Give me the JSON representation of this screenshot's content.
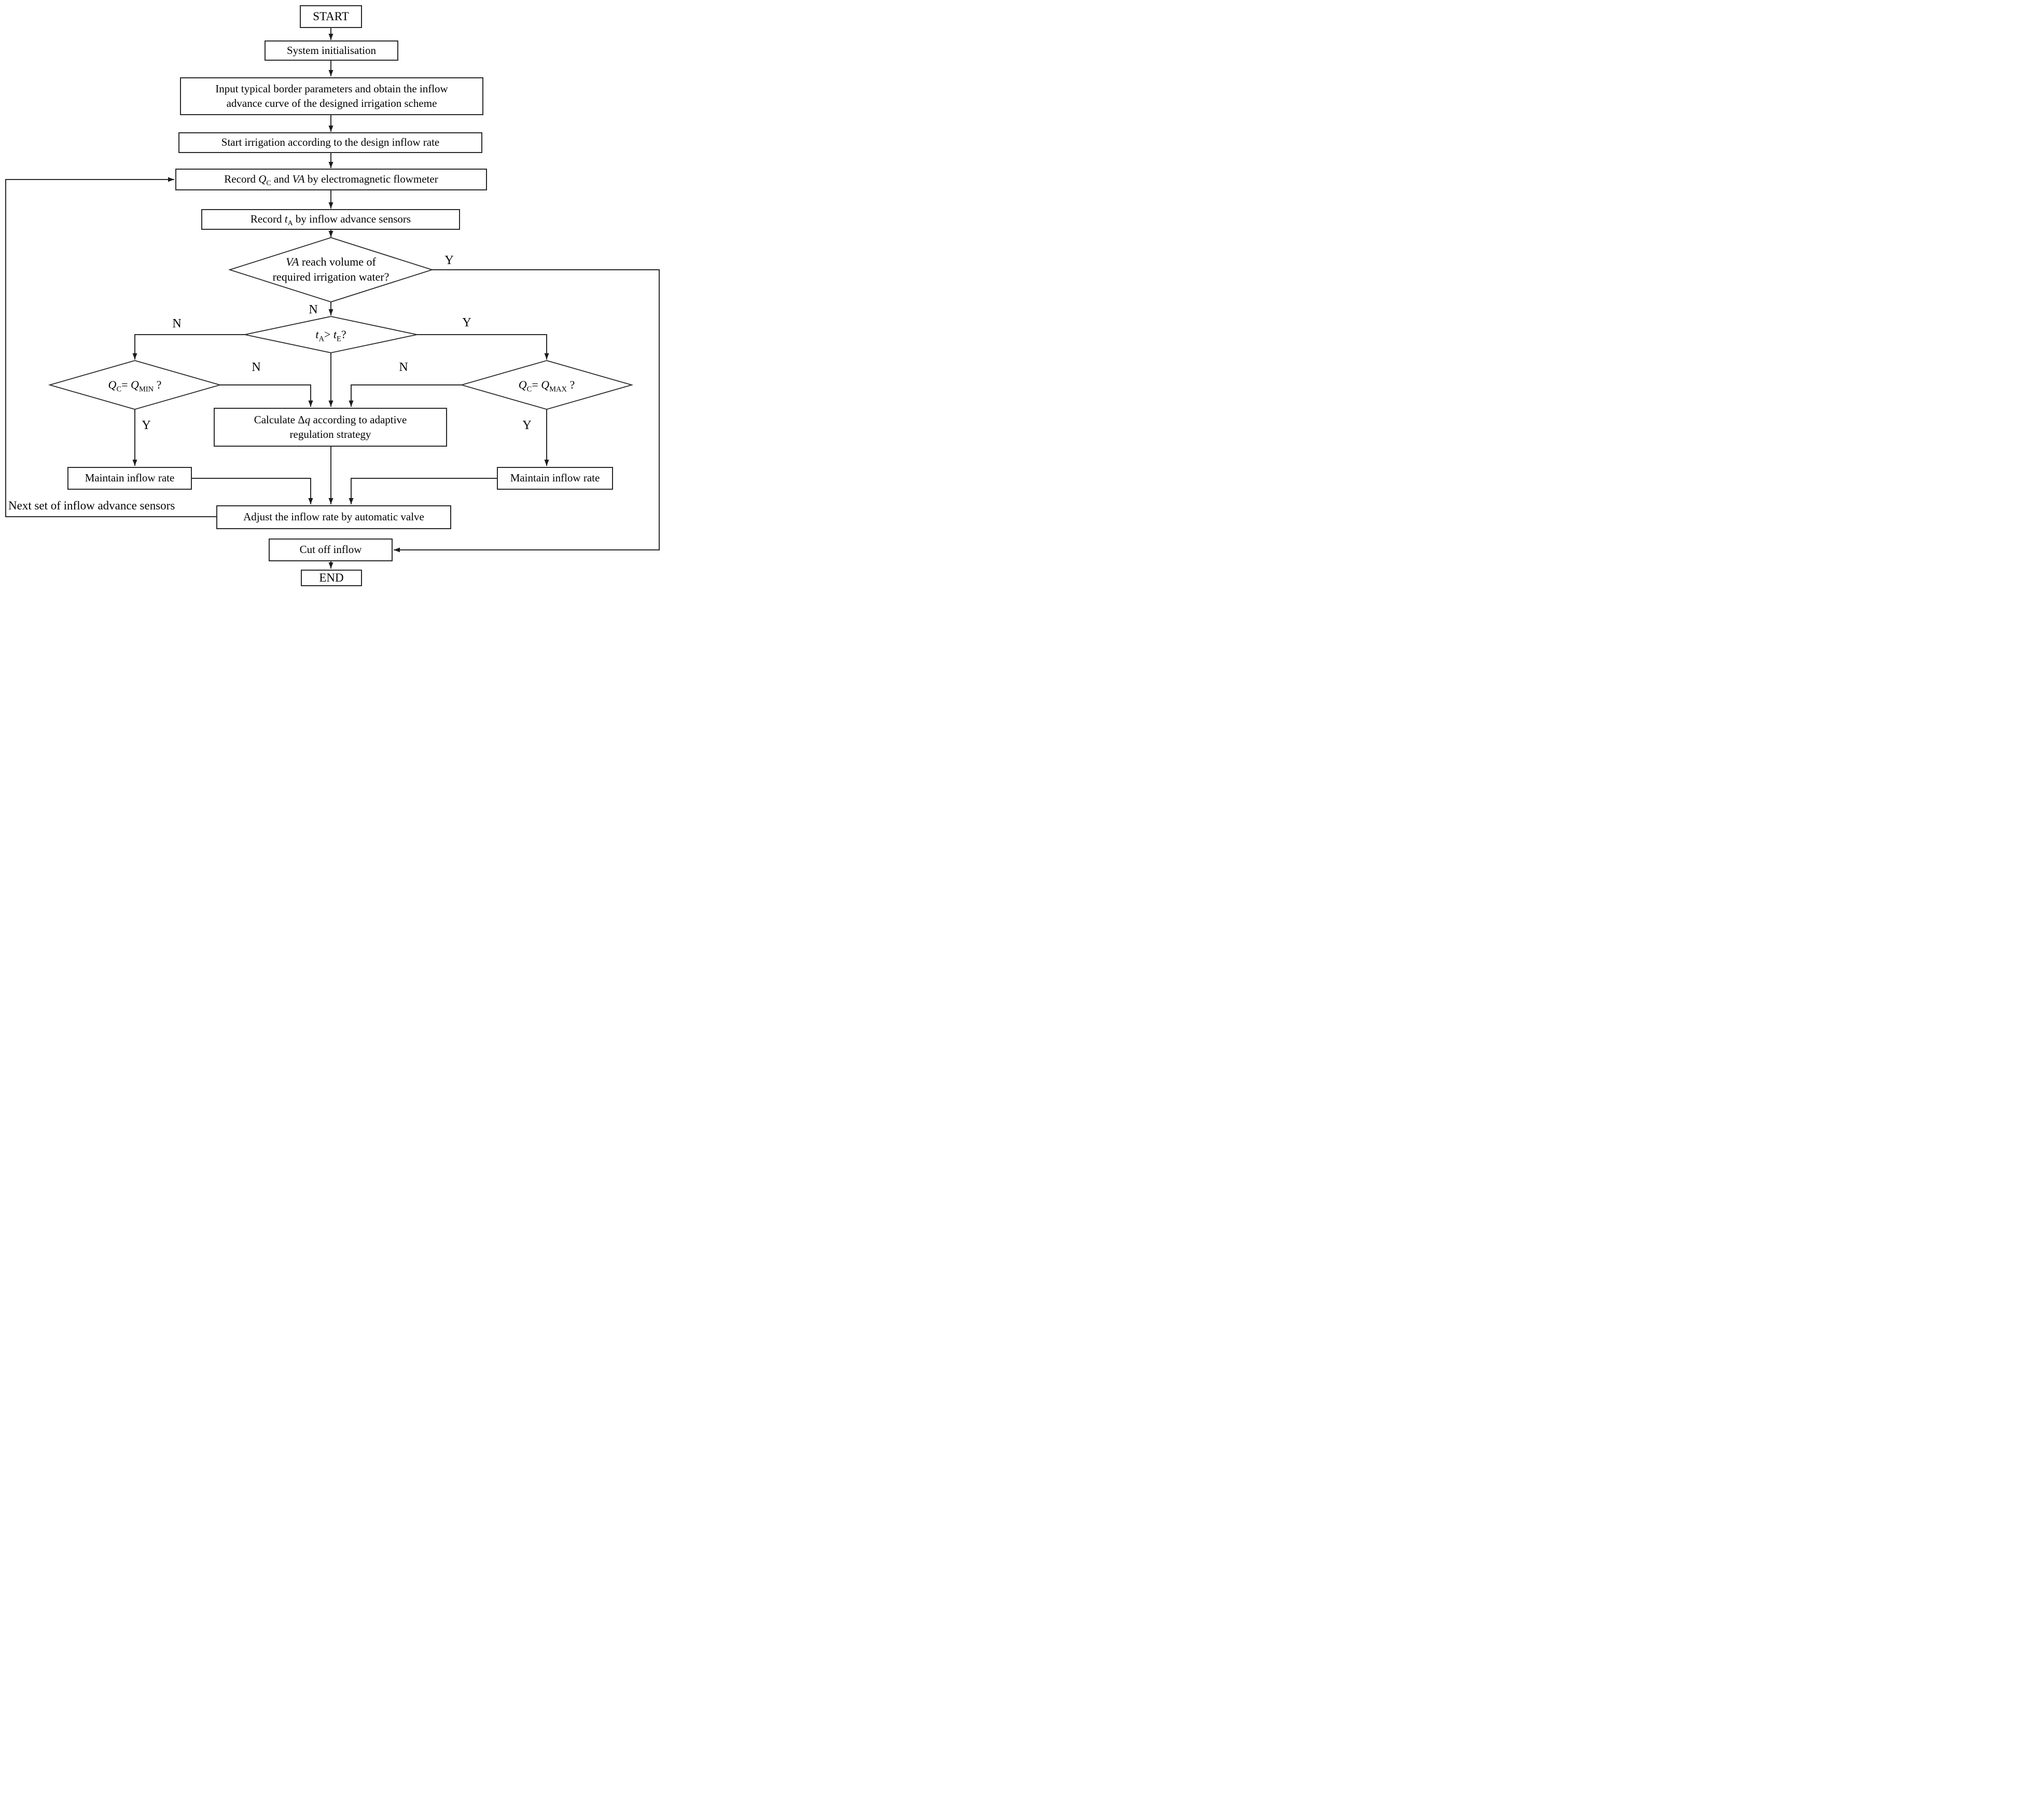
{
  "figure": {
    "type": "flowchart",
    "colors": {
      "background": "#ffffff",
      "line": "#2b2b2b",
      "text": "#000000",
      "node_fill": "#ffffff"
    }
  },
  "nodes": {
    "start": {
      "label": "START"
    },
    "init": {
      "label": "System initialisation"
    },
    "input_params": {
      "rich": [
        {
          "t": "Input typical border parameters and obtain the inflow"
        },
        {
          "br": true
        },
        {
          "t": "advance curve of the designed irrigation scheme"
        }
      ]
    },
    "start_irrigation": {
      "label": "Start irrigation according to the design inflow rate"
    },
    "record_flowmeter": {
      "rich": [
        {
          "t": "Record "
        },
        {
          "t": "Q",
          "i": true
        },
        {
          "t": "C",
          "sub": true
        },
        {
          "t": " and "
        },
        {
          "t": "VA",
          "i": true
        },
        {
          "t": " by electromagnetic flowmeter"
        }
      ]
    },
    "record_sensors": {
      "rich": [
        {
          "t": "Record "
        },
        {
          "t": "t",
          "i": true
        },
        {
          "t": "A",
          "sub": true
        },
        {
          "t": " by inflow advance sensors"
        }
      ]
    },
    "decision_volume": {
      "rich": [
        {
          "t": "VA",
          "i": true
        },
        {
          "t": " reach volume of"
        },
        {
          "br": true
        },
        {
          "t": "required irrigation water?"
        }
      ]
    },
    "decision_time": {
      "rich": [
        {
          "t": "t",
          "i": true
        },
        {
          "t": "A",
          "sub": true
        },
        {
          "t": "> "
        },
        {
          "t": "t",
          "i": true
        },
        {
          "t": "E",
          "sub": true
        },
        {
          "t": "?"
        }
      ]
    },
    "decision_qmin": {
      "rich": [
        {
          "t": "Q",
          "i": true
        },
        {
          "t": "C",
          "sub": true
        },
        {
          "t": "= "
        },
        {
          "t": "Q",
          "i": true
        },
        {
          "t": "MIN",
          "sub": true
        },
        {
          "t": " ?"
        }
      ]
    },
    "decision_qmax": {
      "rich": [
        {
          "t": "Q",
          "i": true
        },
        {
          "t": "C",
          "sub": true
        },
        {
          "t": "= "
        },
        {
          "t": "Q",
          "i": true
        },
        {
          "t": "MAX",
          "sub": true
        },
        {
          "t": " ?"
        }
      ]
    },
    "calculate": {
      "rich": [
        {
          "t": "Calculate Δ"
        },
        {
          "t": "q",
          "i": true
        },
        {
          "t": " according to adaptive"
        },
        {
          "br": true
        },
        {
          "t": "regulation strategy"
        }
      ]
    },
    "maintain_left": {
      "label": "Maintain inflow rate"
    },
    "maintain_right": {
      "label": "Maintain inflow rate"
    },
    "adjust": {
      "label": "Adjust the inflow rate by automatic valve"
    },
    "cutoff": {
      "label": "Cut off inflow"
    },
    "end": {
      "label": "END"
    }
  },
  "labels": {
    "volume_yes": "Y",
    "volume_no": "N",
    "time_no": "N",
    "time_yes": "Y",
    "qmin_no": "N",
    "qmin_yes": "Y",
    "qmax_no": "N",
    "qmax_yes": "Y",
    "feedback": "Next set of inflow advance sensors"
  }
}
